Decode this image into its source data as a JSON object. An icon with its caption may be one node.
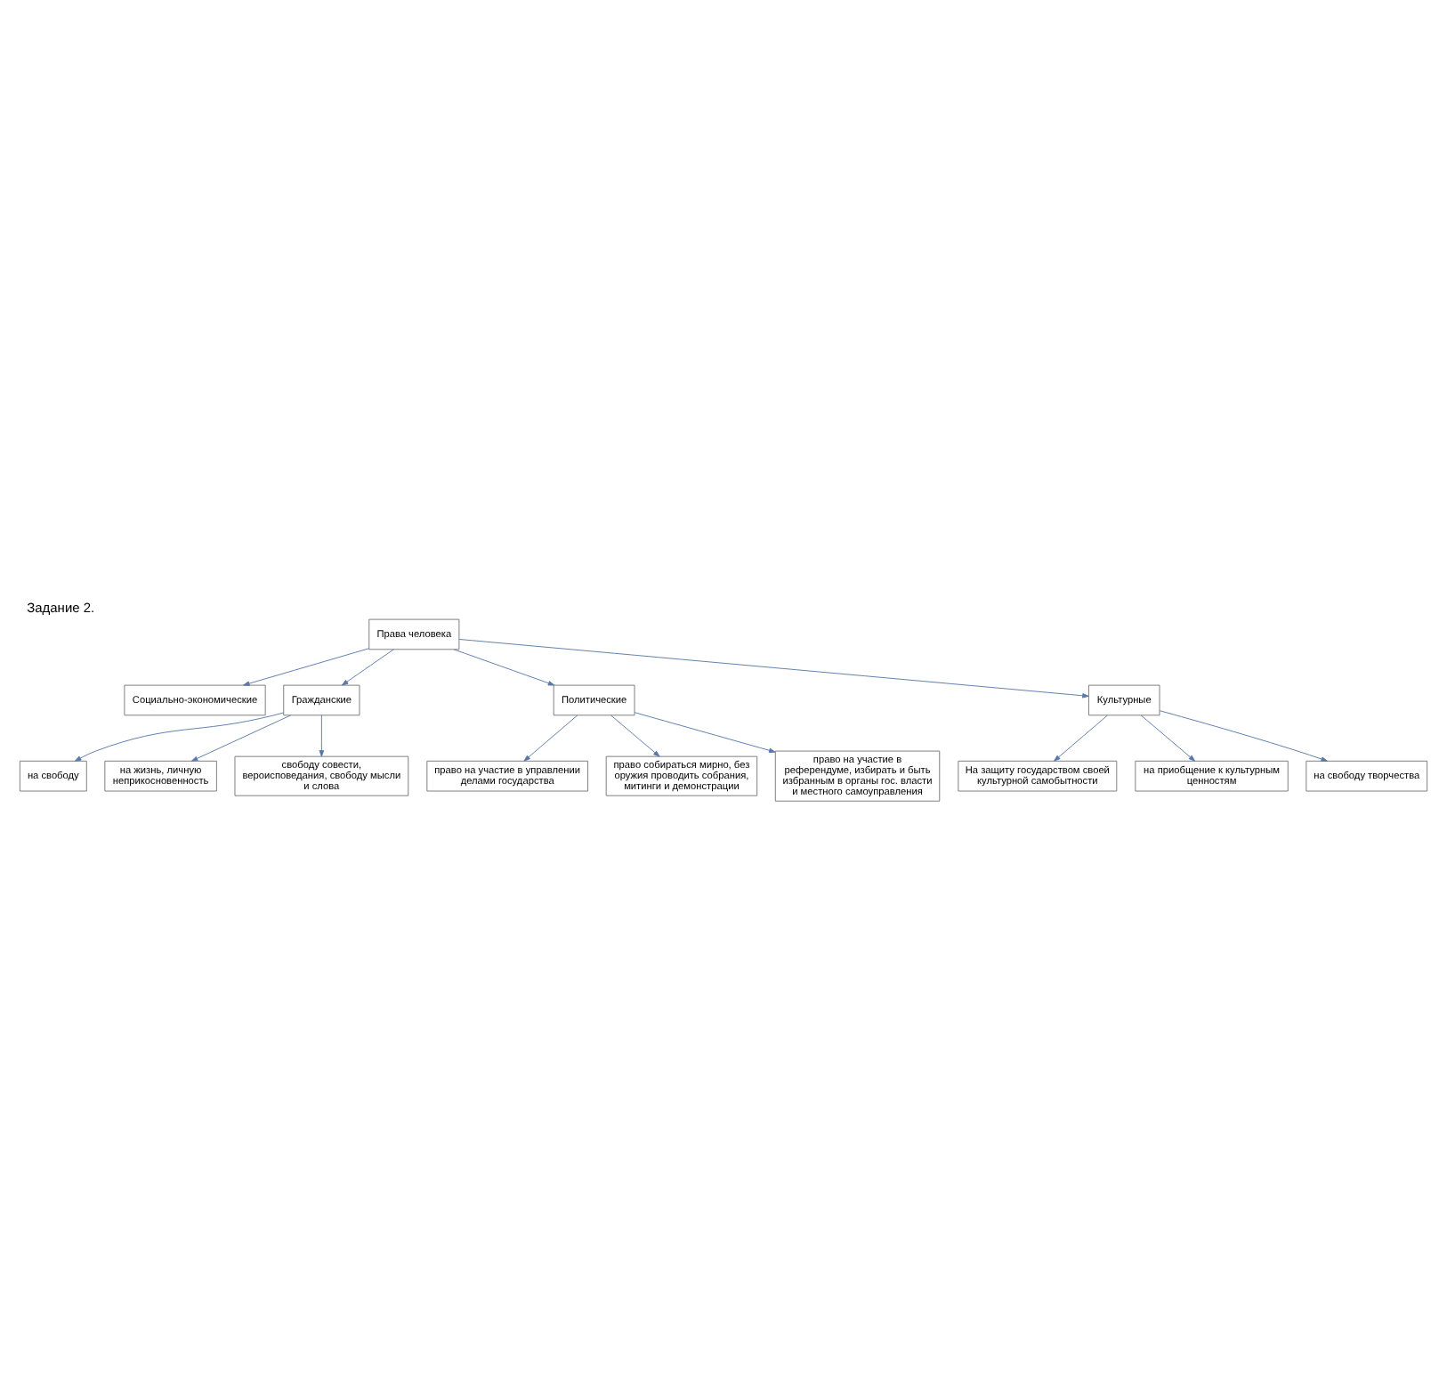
{
  "diagram": {
    "title": "Задание 2.",
    "nodes": [
      {
        "text": [
          "Права человека"
        ]
      },
      {
        "text": [
          "Социально-экономические"
        ]
      },
      {
        "text": [
          "Гражданские"
        ]
      },
      {
        "text": [
          "на свободу"
        ]
      },
      {
        "text": [
          "на жизнь, личную неприкосновенность"
        ]
      },
      {
        "text": [
          "свободу совести, вероисповедания, свободу мысли и слова"
        ]
      },
      {
        "text": [
          "Политические"
        ]
      },
      {
        "text": [
          "право на участие в управлении делами государства"
        ]
      },
      {
        "text": [
          "право собираться мирно, без оружия проводить собрания, митинги и демонстрации"
        ]
      },
      {
        "text": [
          "право на участие в референдуме, избирать и быть избранным в органы гос. власти и местного самоуправления"
        ]
      },
      {
        "text": [
          "Культурные"
        ]
      },
      {
        "text": [
          "На защиту государством своей культурной самобытности"
        ]
      },
      {
        "text": [
          "на приобщение к культурным ценностям"
        ]
      },
      {
        "text": [
          "на свободу творчества"
        ]
      }
    ],
    "edges": [
      {
        "from": 0,
        "to": 1,
        "arrow": "to"
      },
      {
        "from": 0,
        "to": 2,
        "arrow": "to"
      },
      {
        "from": 0,
        "to": 6,
        "arrow": "to"
      },
      {
        "from": 0,
        "to": 10,
        "arrow": "to"
      },
      {
        "from": 2,
        "to": 3,
        "arrow": "to"
      },
      {
        "from": 2,
        "to": 4,
        "arrow": "to"
      },
      {
        "from": 2,
        "to": 5,
        "arrow": "to"
      },
      {
        "from": 6,
        "to": 7,
        "arrow": "to"
      },
      {
        "from": 6,
        "to": 8,
        "arrow": "to"
      },
      {
        "from": 6,
        "to": 9,
        "arrow": "to"
      },
      {
        "from": 10,
        "to": 11,
        "arrow": "to"
      },
      {
        "from": 10,
        "to": 12,
        "arrow": "to"
      },
      {
        "from": 10,
        "to": 13,
        "arrow": "to"
      }
    ]
  }
}
